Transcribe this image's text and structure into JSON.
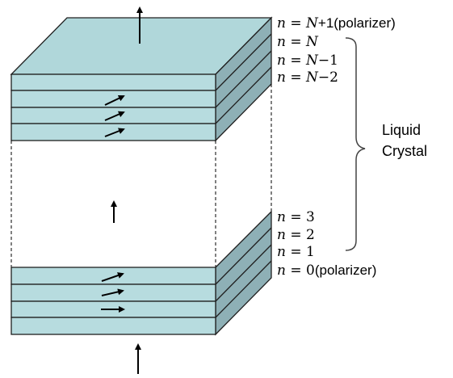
{
  "colors": {
    "layer_face": "#b7dcdf",
    "layer_top": "#a9d1d5",
    "layer_side": "#8eb0b6",
    "edge": "#202020",
    "background": "#ffffff"
  },
  "labels": {
    "top_polarizer": {
      "var": "n",
      "eq": " = ",
      "value": "N",
      "suffix": "+1(polarizer)"
    },
    "n_N": {
      "var": "n",
      "eq": " = ",
      "value": "N",
      "suffix": ""
    },
    "n_N_minus_1": {
      "var": "n",
      "eq": " = ",
      "value": "N",
      "suffix": "−1"
    },
    "n_N_minus_2": {
      "var": "n",
      "eq": " = ",
      "value": "N",
      "suffix": "−2"
    },
    "n_3": {
      "var": "n",
      "eq": " = ",
      "value": "3",
      "suffix": ""
    },
    "n_2": {
      "var": "n",
      "eq": " = ",
      "value": "2",
      "suffix": ""
    },
    "n_1": {
      "var": "n",
      "eq": " = ",
      "value": "1",
      "suffix": ""
    },
    "bottom_polarizer": {
      "var": "n",
      "eq": " = ",
      "value": "0",
      "suffix": "(polarizer)"
    }
  },
  "liquid_crystal": {
    "line1": "Liquid",
    "line2": "Crystal"
  },
  "icons": {
    "up_arrow": "up-arrow-icon",
    "director_arrow": "director-arrow-icon"
  }
}
